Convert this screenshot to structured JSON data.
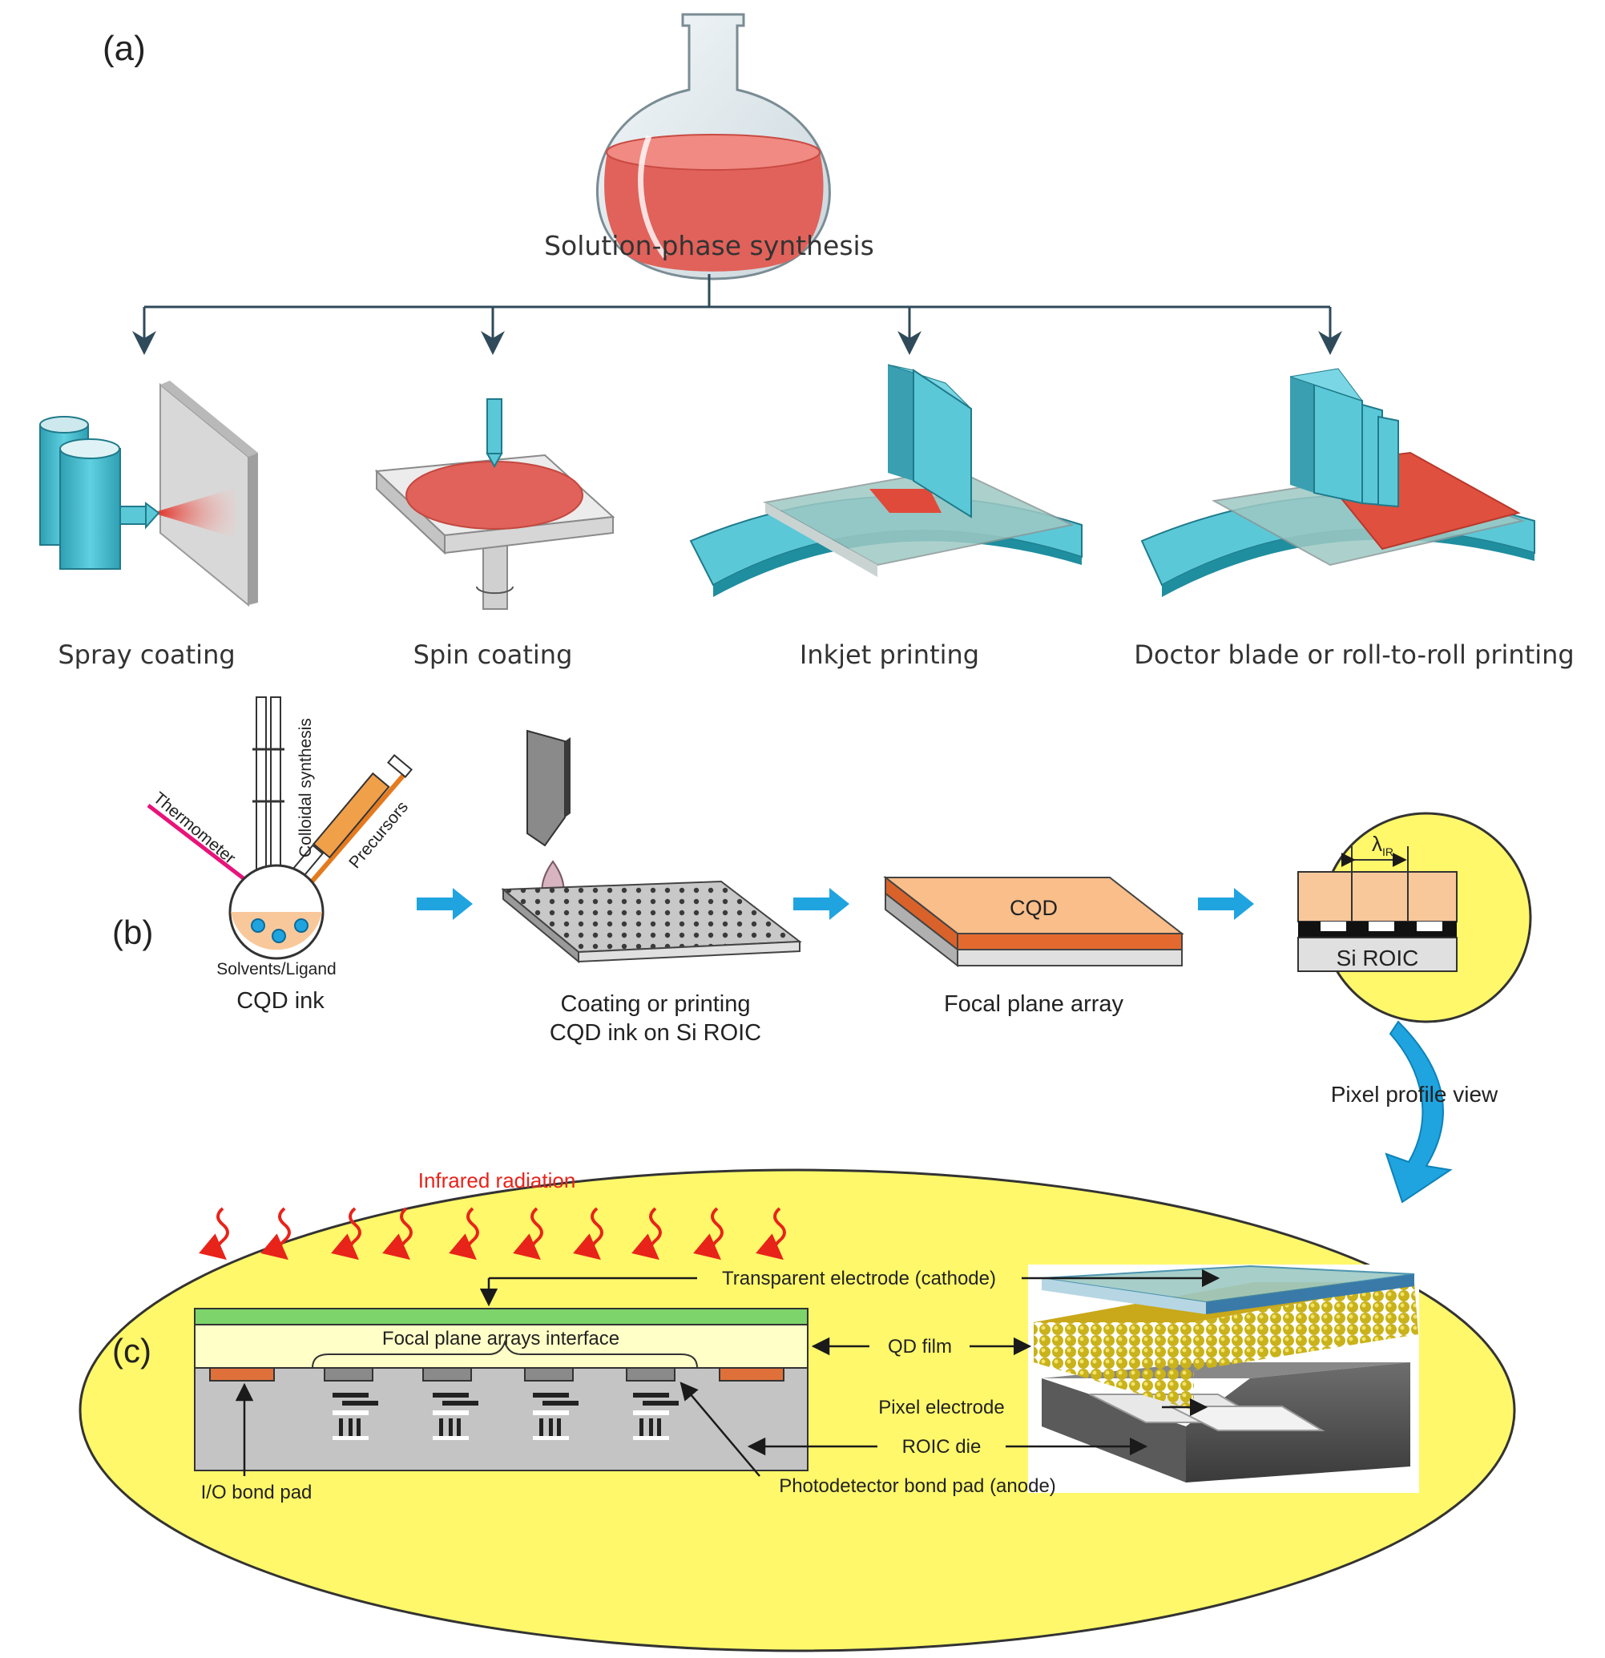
{
  "panels": {
    "a": {
      "label": "(a)",
      "title": "Solution-phase synthesis",
      "methods": [
        "Spray coating",
        "Spin coating",
        "Inkjet printing",
        "Doctor blade or roll-to-roll printing"
      ]
    },
    "b": {
      "label": "(b)",
      "flask_labels": {
        "thermometer": "Thermometer",
        "colloidal": "Colloidal synthesis",
        "precursors": "Precursors",
        "solvents": "Solvents/Ligand"
      },
      "steps": [
        {
          "caption": "CQD ink"
        },
        {
          "caption_line1": "Coating or printing",
          "caption_line2": "CQD ink on Si ROIC"
        },
        {
          "caption": "Focal plane array",
          "layer_label": "CQD"
        }
      ],
      "pixel_view": {
        "lambda_symbol": "λ",
        "lambda_sub": "IR",
        "substrate": "Si ROIC",
        "caption": "Pixel profile view"
      }
    },
    "c": {
      "label": "(c)",
      "radiation_label": "Infrared radiation",
      "interface_label": "Focal plane arrays interface",
      "annotations": {
        "transparent_electrode": "Transparent electrode (cathode)",
        "qd_film": "QD film",
        "pixel_electrode": "Pixel electrode",
        "roic_die": "ROIC die",
        "io_pad": "I/O bond pad",
        "photodetector_pad": "Photodetector bond pad (anode)"
      }
    }
  },
  "colors": {
    "arrow_blue": "#1fa4e0",
    "ellipse_yellow": "#fff86a",
    "cyan_device": "#5bc8d8",
    "red_ink": "#e45a4a",
    "cqd_orange": "#f7b27a",
    "radiation_red": "#e8231a",
    "tree_line": "#2f4a5a"
  }
}
